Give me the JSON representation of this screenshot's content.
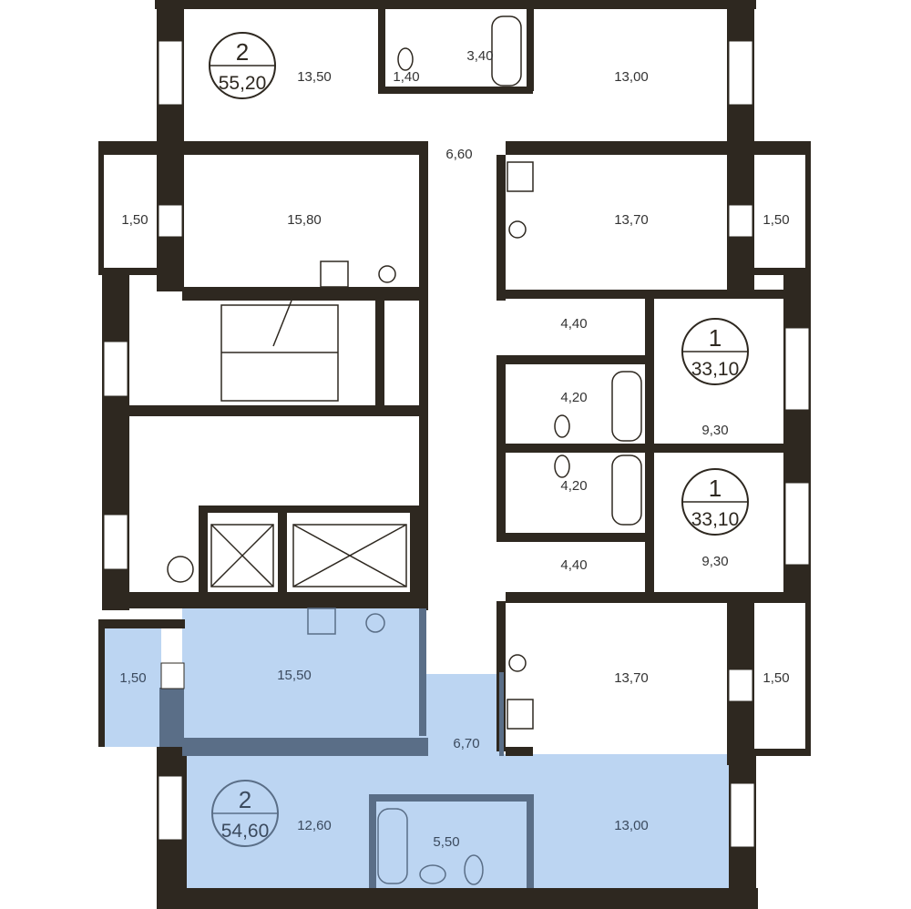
{
  "plan": {
    "colors": {
      "wall": "#2e2820",
      "highlight": "#bcd5f2",
      "highlight_wall": "#5a6e87"
    },
    "apartments": [
      {
        "rooms": "2",
        "area": "55,20"
      },
      {
        "rooms": "1",
        "area": "33,10"
      },
      {
        "rooms": "1",
        "area": "33,10"
      },
      {
        "rooms": "2",
        "area": "54,60",
        "highlighted": true
      }
    ],
    "room_areas": {
      "top_left_room": "13,50",
      "top_wc": "1,40",
      "top_bath": "3,40",
      "top_right_room": "13,00",
      "top_hall": "6,60",
      "left_balcony_top": "1,50",
      "kitchen_top": "15,80",
      "kitchen_right_top": "13,70",
      "right_balcony_top": "1,50",
      "hall_upper": "4,40",
      "bath_upper": "4,20",
      "room_upper": "9,30",
      "bath_lower": "4,20",
      "room_lower": "9,30",
      "hall_lower": "4,40",
      "kitchen_right_bottom": "13,70",
      "right_balcony_bottom": "1,50",
      "sel_balcony": "1,50",
      "sel_kitchen": "15,50",
      "sel_hall": "6,70",
      "sel_room_left": "12,60",
      "sel_bath": "5,50",
      "sel_room_right": "13,00"
    }
  }
}
